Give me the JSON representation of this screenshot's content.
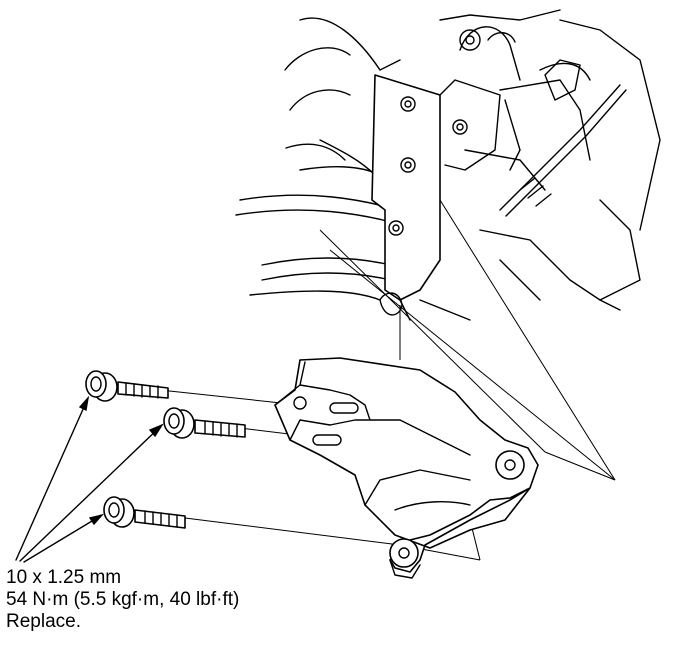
{
  "callout": {
    "size": "10 x 1.25 mm",
    "torque": "54 N·m (5.5 kgf·m, 40 lbf·ft)",
    "note": "Replace."
  },
  "colors": {
    "line": "#000000",
    "background": "#ffffff"
  }
}
